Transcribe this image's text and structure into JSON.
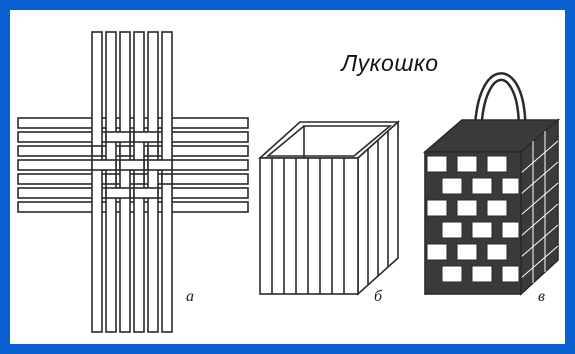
{
  "figure": {
    "caption": "Лукошко",
    "labels": {
      "a": "а",
      "b": "б",
      "c": "в"
    }
  },
  "colors": {
    "frame": "#0a5fd0",
    "panel": "#ffffff",
    "ink": "#2a2a2a",
    "weave_dark": "#3a3a3a"
  }
}
